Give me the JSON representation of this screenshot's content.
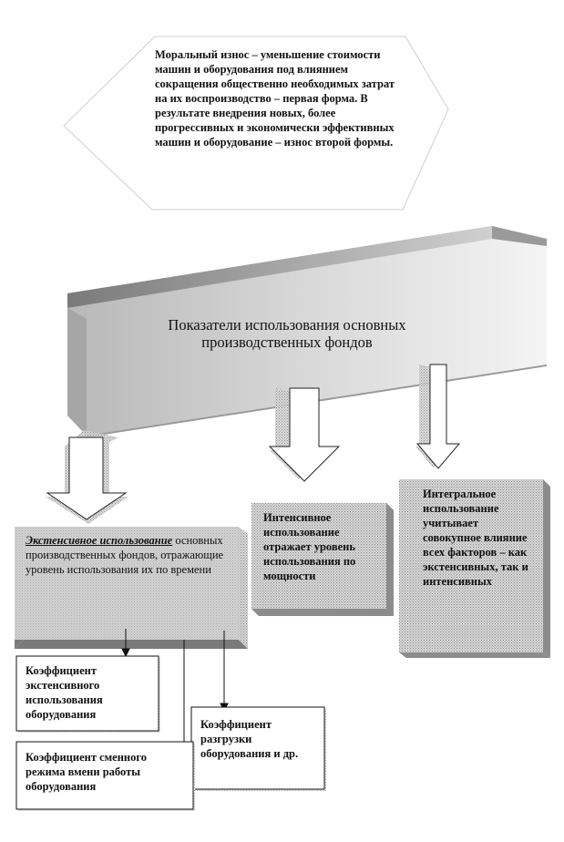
{
  "hexagon": {
    "text": "Моральный износ – уменьшение стоимости машин и оборудования под влиянием сокращения общественно необходимых затрат на их воспроизводство – первая форма. В результате внедрения новых, более прогрессивных и экономически эффективных машин и оборудование – износ второй формы."
  },
  "banner": {
    "title": "Показатели использования основных производственных фондов"
  },
  "extensive": {
    "term": "Экстенсивное использование",
    "rest": " основных производственных фондов, отражающие уровень использования их по времени"
  },
  "intensive": {
    "text": "Интенсивное использование отражает уровень использования по мощности"
  },
  "integral": {
    "text": "Интегральное использование учитывает совокупное влияние всех факторов – как экстенсивных, так и интенсивных"
  },
  "coefficients": {
    "extensive_use": "Коэффициент экстенсивного использования оборудования",
    "unloading": "Коэффициент разгрузки оборудования и др.",
    "shift_mode": "Коэффициент сменного режима вмени работы оборудования"
  },
  "colors": {
    "banner_front": "#c8c8c8",
    "box_fill": "#cfcfcf",
    "shadow": "#8a8a8a",
    "line": "#111111"
  }
}
